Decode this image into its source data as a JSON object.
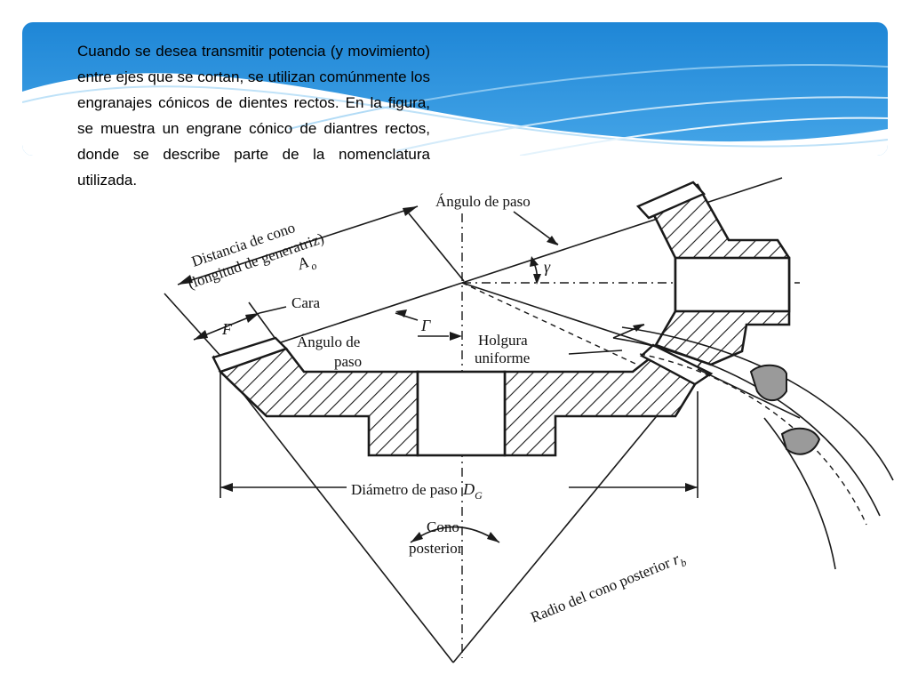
{
  "intro_text": "Cuando se desea transmitir potencia (y movimiento) entre ejes que se cortan, se utilizan comúnmente los engranajes cónicos de dientes rectos. En  la figura, se muestra un engrane cónico  de diantres rectos, donde se describe parte de la nomenclatura utilizada.",
  "labels": {
    "pitch_angle_top": "Ángulo de paso",
    "gamma": "γ",
    "cone_distance_1": "Distancia de cono",
    "cone_distance_2": "(longitud de generatriz)",
    "cone_distance_symbol": "A",
    "cone_distance_sub": "o",
    "face": "Cara",
    "face_symbol": "F",
    "pitch_angle_left_1": "Ángulo de",
    "pitch_angle_left_2": "paso",
    "big_gamma": "Γ",
    "clearance_1": "Holgura",
    "clearance_2": "uniforme",
    "pitch_diameter": "Diámetro de paso ",
    "pitch_diameter_symbol": "D",
    "pitch_diameter_sub": "G",
    "back_cone_1": "Cono",
    "back_cone_2": "posterior",
    "back_cone_radius": "Radio del cono posterior ",
    "back_cone_radius_symbol": "r",
    "back_cone_radius_sub": "b"
  },
  "colors": {
    "header_blue": "#2f8fd8",
    "header_light": "#8fcaf2",
    "ink": "#1a1a1a"
  }
}
